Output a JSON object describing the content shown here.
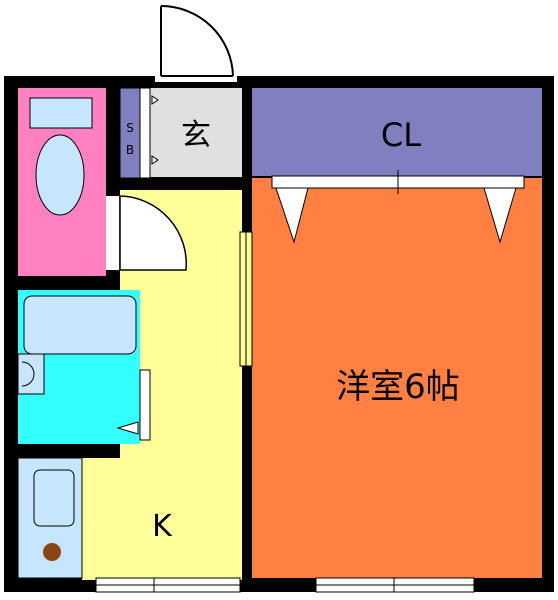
{
  "labels": {
    "entrance": "玄",
    "closet": "CL",
    "shoe_box_top": "S",
    "shoe_box_bottom": "B",
    "western_room": "洋室6帖",
    "kitchen": "K"
  },
  "colors": {
    "wall": "#000000",
    "kitchen_floor": "#ffff99",
    "western_room_floor": "#ff8040",
    "closet_floor": "#8080c0",
    "entrance_floor": "#e0e0e0",
    "toilet_room_floor": "#ff80c0",
    "toilet_fixture": "#c6e6ff",
    "bath_floor": "#33ffff",
    "bathtub": "#c6e6ff",
    "sink_fixture": "#c6e6ff",
    "stove_knob": "#8b4513",
    "window": "#ffffff",
    "door": "#ffffff"
  },
  "icons": {
    "toilet": "toilet-icon",
    "bathtub": "bathtub-icon",
    "kitchen_sink": "kitchen-sink-icon",
    "stove": "stove-knob-icon"
  }
}
